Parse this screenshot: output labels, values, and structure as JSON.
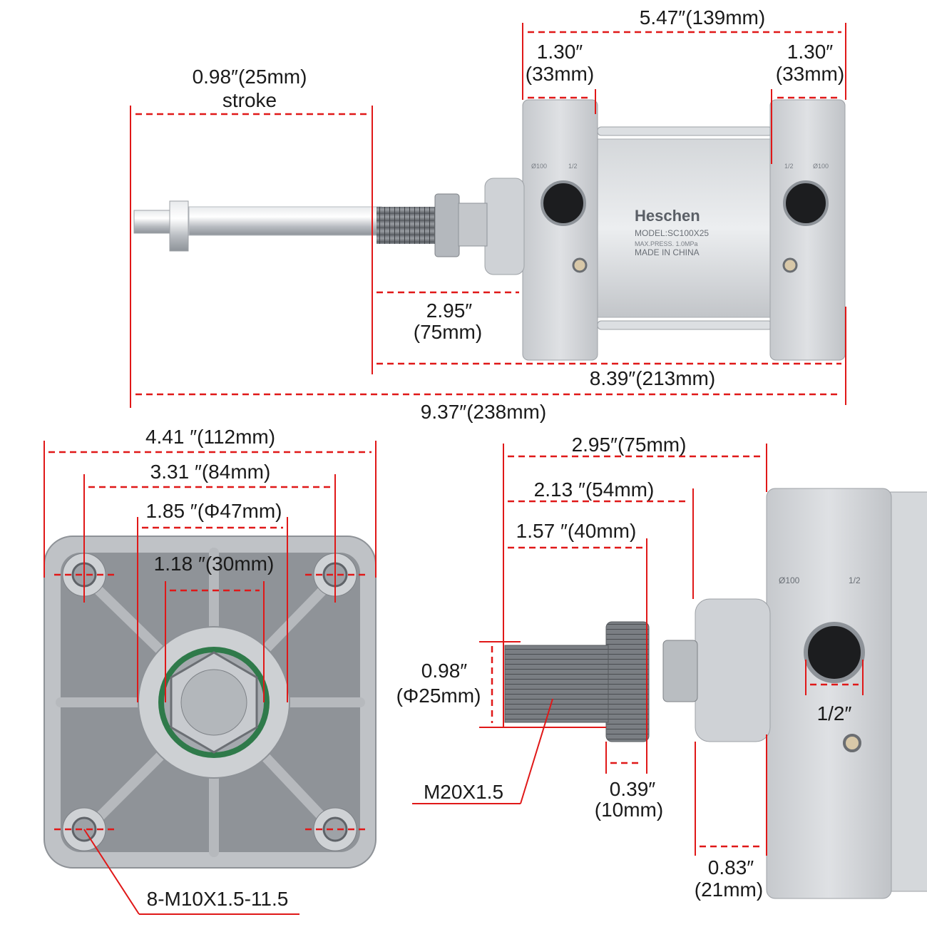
{
  "colors": {
    "dimension_line": "#e01818",
    "text": "#1a1a1a",
    "aluminium": "#c9ccd0"
  },
  "product_markings": {
    "brand": "Heschen",
    "model": "MODEL:SC100X25",
    "max_press": "MAX.PRESS.  1.0MPa",
    "origin": "MADE IN CHINA",
    "bore_mark": "Ø100",
    "port_mark": "1/2"
  },
  "side_view": {
    "stroke_value": "0.98″(25mm)",
    "stroke_label": "stroke",
    "body_length": "5.47″(139mm)",
    "cap_left_in": "1.30″",
    "cap_left_mm": "(33mm)",
    "cap_right_in": "1.30″",
    "cap_right_mm": "(33mm)",
    "rod_ext_in": "2.95″",
    "rod_ext_mm": "(75mm)",
    "retracted_length": "8.39″(213mm)",
    "extended_length": "9.37″(238mm)"
  },
  "end_view": {
    "width": "4.41 ″(112mm)",
    "bolt_spacing": "3.31 ″(84mm)",
    "boss_dia": "1.85 ″(Φ47mm)",
    "rod_dia": "1.18 ″(30mm)",
    "mount_thread": "8-M10X1.5-11.5"
  },
  "rod_end_view": {
    "total_len": "2.95″(75mm)",
    "len_54": "2.13 ″(54mm)",
    "thread_len": "1.57 ″(40mm)",
    "thread_dia_in": "0.98″",
    "thread_dia_mm": "(Φ25mm)",
    "thread_spec": "M20X1.5",
    "nut_in": "0.39″",
    "nut_mm": "(10mm)",
    "port": "1/2″",
    "boss_in": "0.83″",
    "boss_mm": "(21mm)"
  }
}
